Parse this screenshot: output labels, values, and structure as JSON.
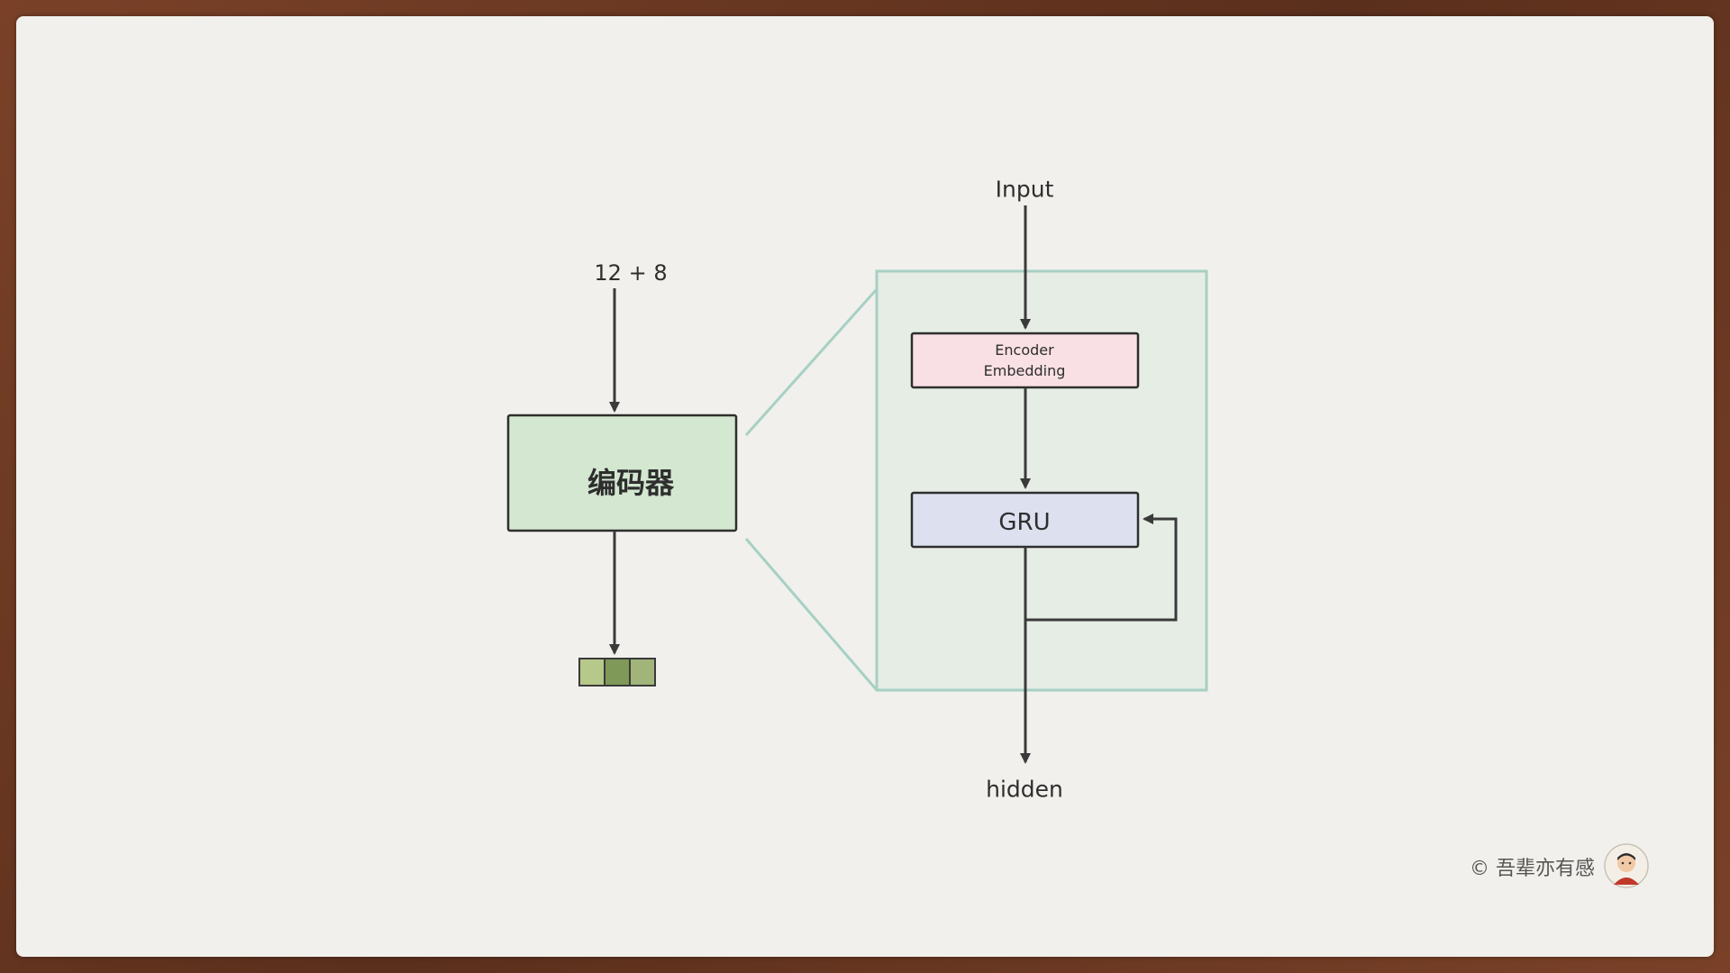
{
  "diagram": {
    "input_label": "Input",
    "left_input_label": "12 + 8",
    "encoder_label": "编码器",
    "embedding_label_line1": "Encoder",
    "embedding_label_line2": "Embedding",
    "gru_label": "GRU",
    "hidden_label": "hidden"
  },
  "watermark": {
    "text": "© 吾辈亦有感"
  },
  "colors": {
    "encoder_fill": "#d3e7d1",
    "embedding_fill": "#f9e0e4",
    "gru_fill": "#dde0ef",
    "zoom_panel_fill": "#e6ede5",
    "zoom_panel_stroke": "#a7d0c4",
    "vector_cells": [
      "#b7c98a",
      "#7f9a58",
      "#a1b57a"
    ]
  }
}
